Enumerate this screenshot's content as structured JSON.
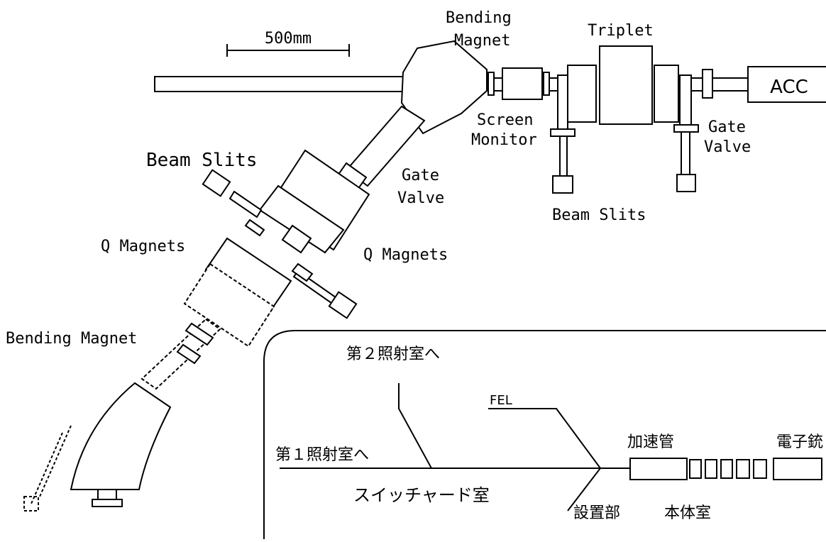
{
  "labels": {
    "scale": "500mm",
    "bending_magnet_top_l1": "Bending",
    "bending_magnet_top_l2": "Magnet",
    "triplet": "Triplet",
    "acc": "ACC",
    "screen_monitor_l1": "Screen",
    "screen_monitor_l2": "Monitor",
    "gate_valve_right_l1": "Gate",
    "gate_valve_right_l2": "Valve",
    "beam_slits_left": "Beam Slits",
    "gate_valve_mid_l1": "Gate",
    "gate_valve_mid_l2": "Valve",
    "beam_slits_right": "Beam Slits",
    "q_magnets_left": "Q Magnets",
    "q_magnets_right": "Q Magnets",
    "bending_magnet_bottom": "Bending Magnet"
  },
  "inset": {
    "room2": "第２照射室へ",
    "fel": "FEL",
    "room1": "第１照射室へ",
    "accelerator_tube": "加速管",
    "electron_gun": "電子銃",
    "switchyard": "スイッチャード室",
    "install_section": "設置部",
    "main_room": "本体室"
  }
}
